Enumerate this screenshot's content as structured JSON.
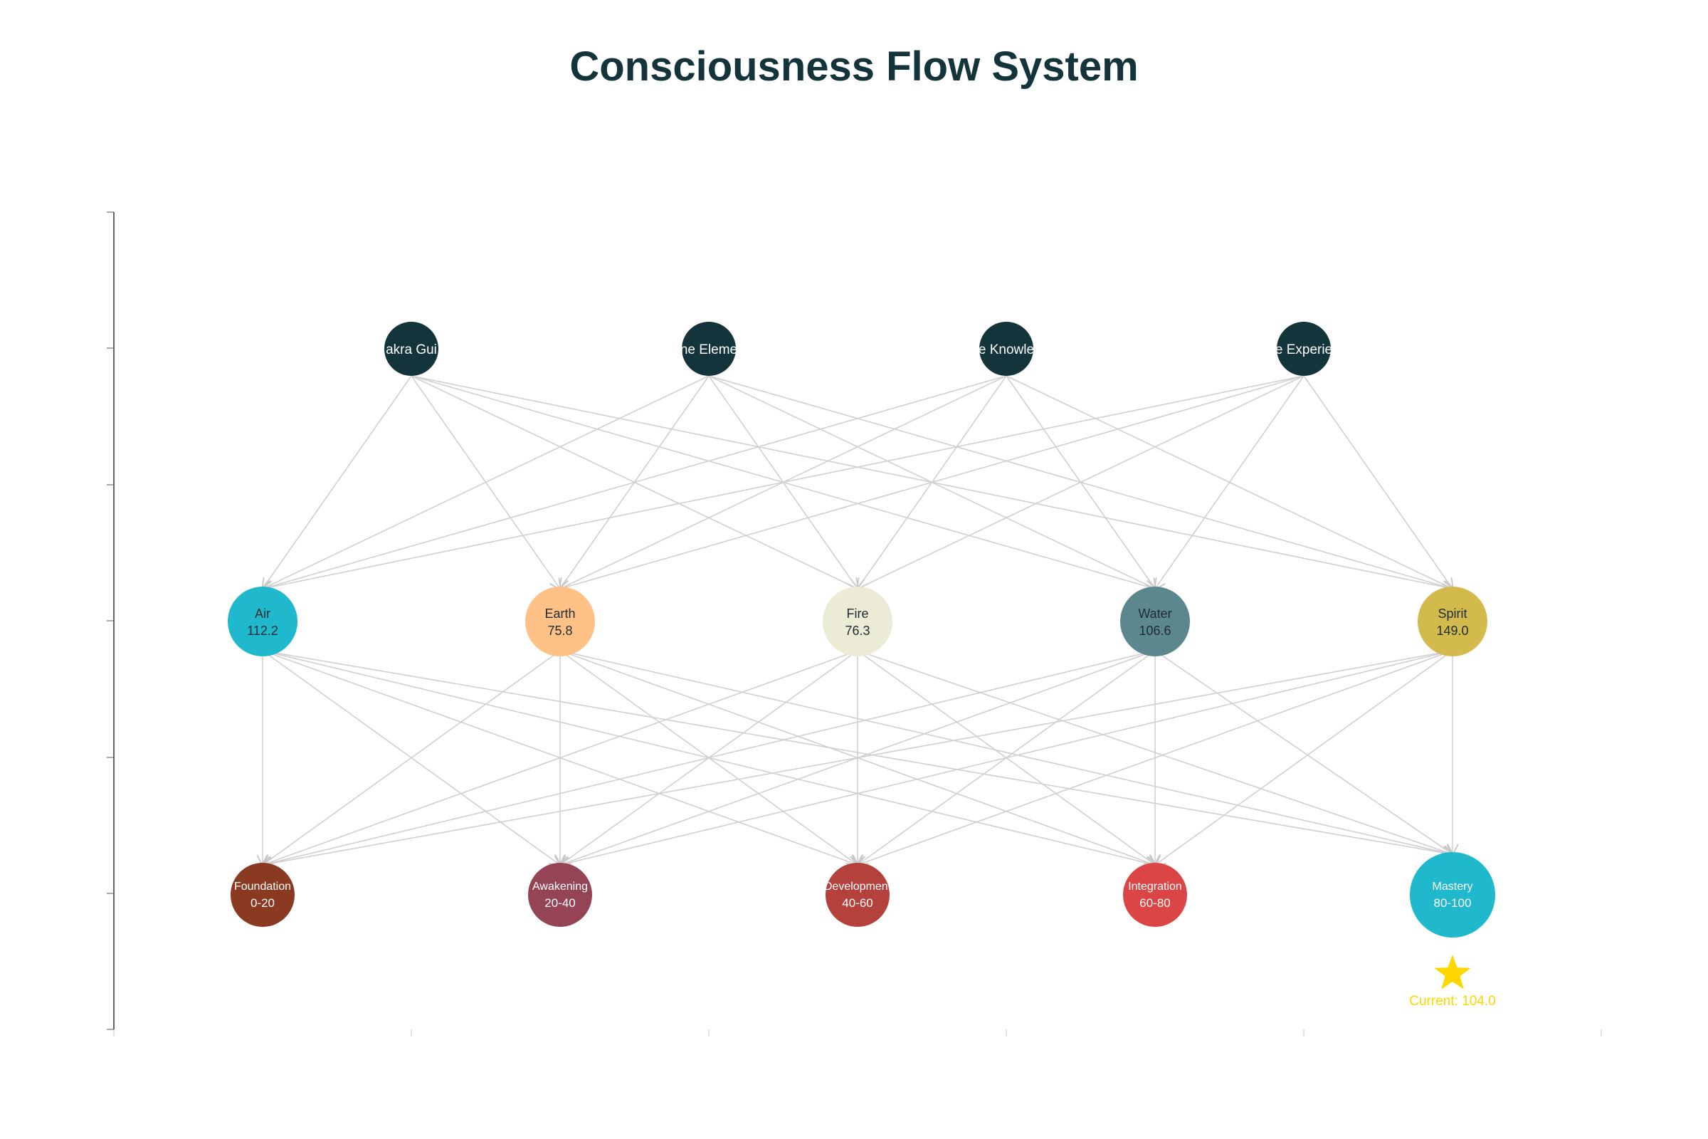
{
  "title": "Consciousness Flow System",
  "top_nodes": [
    {
      "label": "akra Gui",
      "color": "#13343B"
    },
    {
      "label": "ne Eleme",
      "color": "#13343B"
    },
    {
      "label": "e Knowle",
      "color": "#13343B"
    },
    {
      "label": "e Experie",
      "color": "#13343B"
    }
  ],
  "middle_nodes": [
    {
      "label": "Air",
      "value": "112.2",
      "color": "#1FB8CD",
      "text_color": "#1f2d33"
    },
    {
      "label": "Earth",
      "value": "75.8",
      "color": "#FFC185",
      "text_color": "#1f2d33"
    },
    {
      "label": "Fire",
      "value": "76.3",
      "color": "#ECEBD5",
      "text_color": "#1f2d33"
    },
    {
      "label": "Water",
      "value": "106.6",
      "color": "#5D878F",
      "text_color": "#1f2d33"
    },
    {
      "label": "Spirit",
      "value": "149.0",
      "color": "#D2BA4C",
      "text_color": "#1f2d33"
    }
  ],
  "bottom_nodes": [
    {
      "label": "Foundation",
      "range": "0-20",
      "color": "#944454",
      "fill": "#8B3A22"
    },
    {
      "label": "Awakening",
      "range": "20-40",
      "fill": "#944454"
    },
    {
      "label": "Development",
      "range": "40-60",
      "fill": "#B4413C"
    },
    {
      "label": "Integration",
      "range": "60-80",
      "fill": "#DB4545"
    },
    {
      "label": "Mastery",
      "range": "80-100",
      "fill": "#1FB8CD",
      "active": true
    }
  ],
  "current_marker": {
    "label": "Current: 104.0",
    "color": "#FFD700",
    "icon": "star-icon"
  },
  "edge_color": "#d0d0d0"
}
